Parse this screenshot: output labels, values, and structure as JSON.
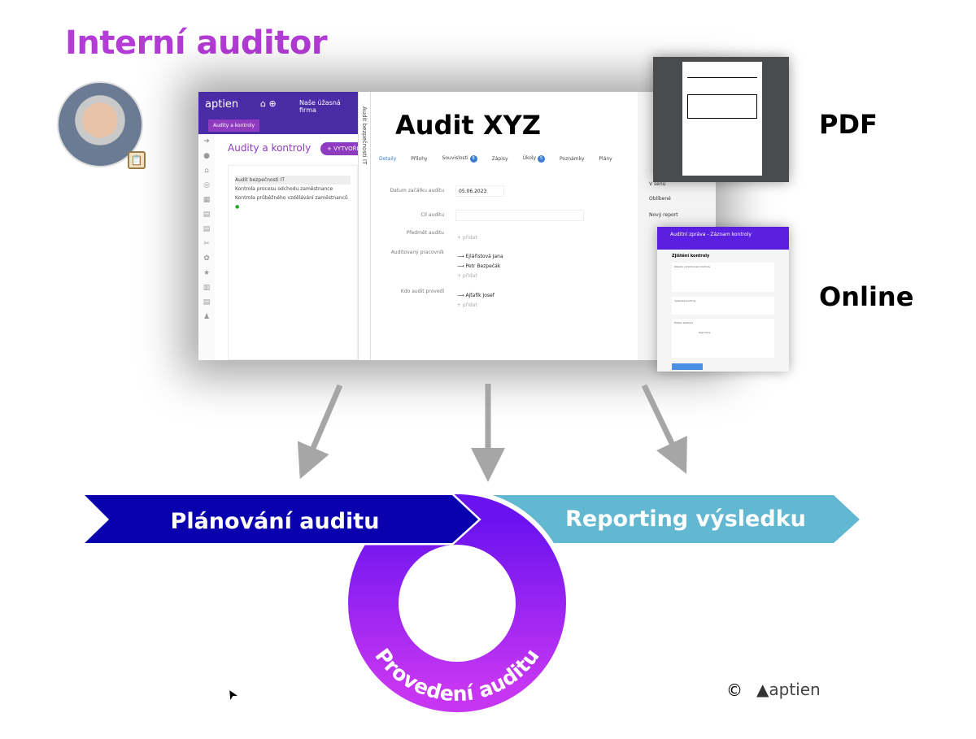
{
  "title": "Interní auditor",
  "app": {
    "logo": "aptien",
    "company": "Naše úžasná firma",
    "header_tab": "Audity a kontroly",
    "list_title": "Audity a kontroly",
    "new_button": "+ VYTVOŘIT",
    "list_items": [
      "Audit bezpečnosti IT",
      "Kontrola procesu odchodu zaměstnance",
      "Kontrola průběžného vzdělávání zaměstnanců"
    ],
    "vertical_title": "Audit bezpečnosti IT",
    "detail_title": "Audit XYZ",
    "tabs": [
      {
        "label": "Detaily",
        "active": true
      },
      {
        "label": "Přílohy"
      },
      {
        "label": "Souvislosti",
        "badge": "8"
      },
      {
        "label": "Zápisy"
      },
      {
        "label": "Úkoly",
        "badge": "5"
      },
      {
        "label": "Poznámky"
      },
      {
        "label": "Plány"
      }
    ],
    "fields": {
      "start_label": "Datum začátku auditu",
      "start_value": "05.06.2023",
      "goal_label": "Cíl auditu",
      "subject_label": "Předmět auditu",
      "audited_label": "Auditovaný pracovník",
      "audited": [
        "Ejlářistová Jana",
        "Petr Bezpečák"
      ],
      "auditor_label": "Kdo audit provedl",
      "auditor": [
        "Ajťafík Josef"
      ],
      "add": "+ přidat"
    },
    "right_menu": [
      "V šenu",
      "Oblíbené",
      "Nový report"
    ]
  },
  "pdf_label": "PDF",
  "online_label": "Online",
  "online_form": {
    "header": "Auditní zpráva - Záznam kontroly",
    "section": "Zjištění kontroly",
    "field1": "Zásady vyhodnocení kontroly",
    "field2": "Výsledek kontroly",
    "field3": "Podpis auditora",
    "sign": "Sign here"
  },
  "process": {
    "step1": "Plánování auditu",
    "step2": "Provedení auditu",
    "step3": "Reporting výsledku"
  },
  "colors": {
    "title": "#b33bd6",
    "step1": "#0a00ad",
    "step2_top": "#6a12f0",
    "step2_bottom": "#c636f2",
    "step3": "#62b8d0",
    "arrow": "#a6a6a6"
  },
  "footer": {
    "copyright": "©",
    "brand": "aptien"
  }
}
